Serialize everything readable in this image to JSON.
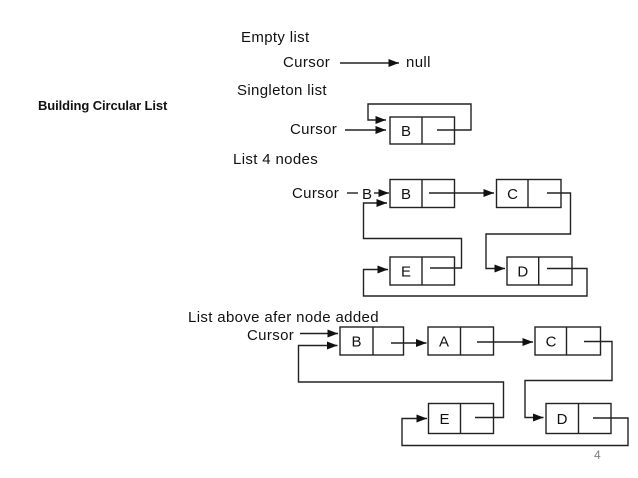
{
  "slide": {
    "heading": "Building Circular List",
    "page_number": "4",
    "empty": {
      "title": "Empty list",
      "cursor": "Cursor",
      "null_text": "null"
    },
    "singleton": {
      "title": "Singleton list",
      "cursor": "Cursor",
      "node_b": "B"
    },
    "four": {
      "title": "List 4 nodes",
      "cursor": "Cursor",
      "stray_b": "B",
      "node_b": "B",
      "node_c": "C",
      "node_e": "E",
      "node_d": "D"
    },
    "added": {
      "title": "List above afer node added",
      "cursor": "Cursor",
      "node_b": "B",
      "node_a": "A",
      "node_c": "C",
      "node_e": "E",
      "node_d": "D"
    }
  }
}
